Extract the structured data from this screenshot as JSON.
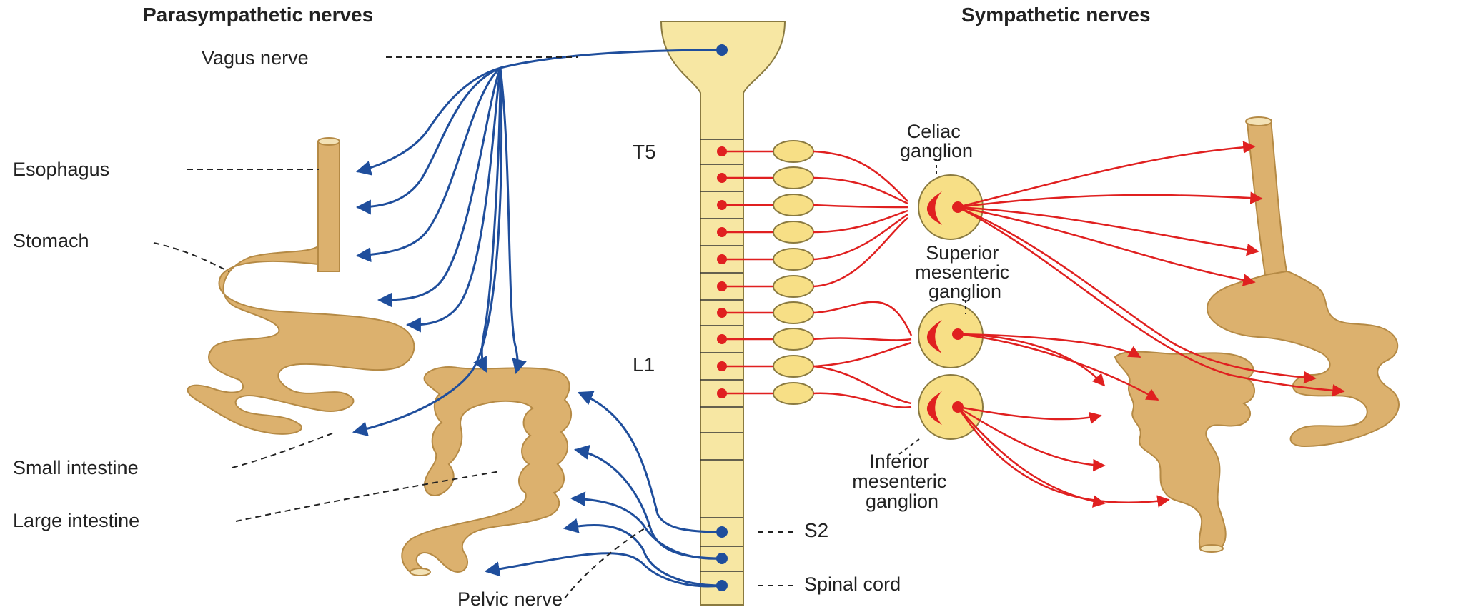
{
  "headings": {
    "left": "Parasympathetic nerves",
    "right": "Sympathetic nerves"
  },
  "labels": {
    "vagus": "Vagus nerve",
    "esophagus": "Esophagus",
    "stomach": "Stomach",
    "small_intestine": "Small intestine",
    "large_intestine": "Large intestine",
    "pelvic": "Pelvic nerve",
    "spinal_cord": "Spinal cord"
  },
  "segments": {
    "t5": "T5",
    "l1": "L1",
    "s2": "S2"
  },
  "ganglia": {
    "celiac": [
      "Celiac",
      "ganglion"
    ],
    "superior": [
      "Superior",
      "mesenteric",
      "ganglion"
    ],
    "inferior": [
      "Inferior",
      "mesenteric",
      "ganglion"
    ]
  },
  "colors": {
    "parasympathetic": "#1f4e9c",
    "sympathetic": "#e02020",
    "organ_fill": "#dcb16e",
    "cord_fill": "#f7e7a3",
    "ganglion_fill": "#f7df86"
  }
}
